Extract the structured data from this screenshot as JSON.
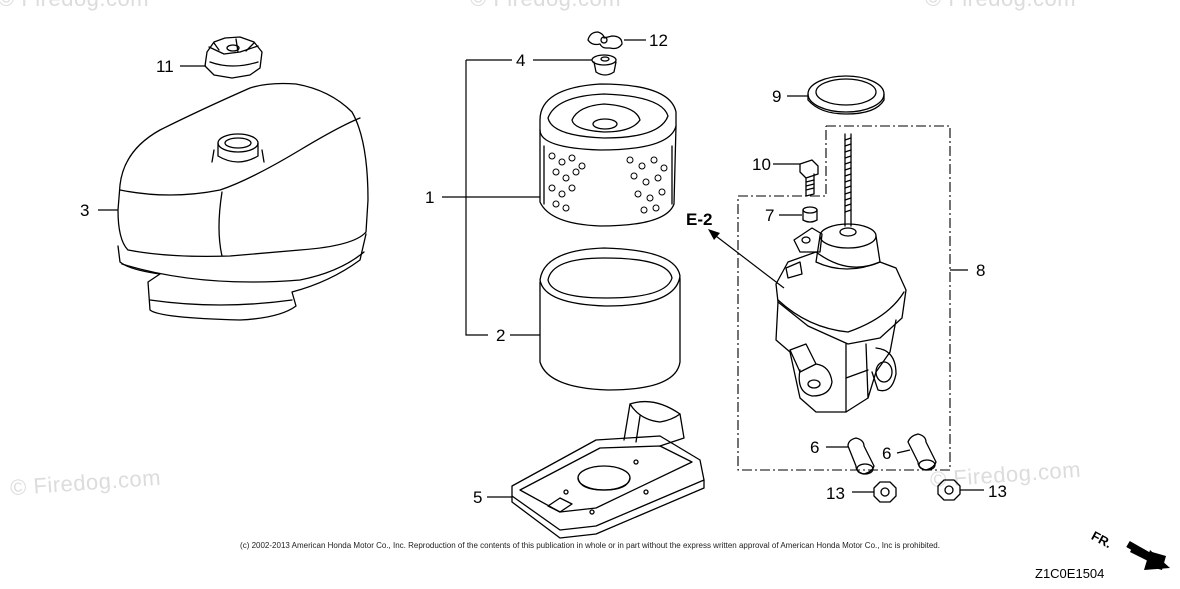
{
  "watermarks": {
    "top_left": "© Firedog.com",
    "top_mid": "© Firedog.com",
    "top_right": "© Firedog.com",
    "bottom_left": "© Firedog.com",
    "bottom_right": "© Firedog.com"
  },
  "callouts": {
    "p1": "1",
    "p2": "2",
    "p3": "3",
    "p4": "4",
    "p5": "5",
    "p6a": "6",
    "p6b": "6",
    "p7": "7",
    "p8": "8",
    "p9": "9",
    "p10": "10",
    "p11": "11",
    "p12": "12",
    "p13a": "13",
    "p13b": "13"
  },
  "reference": "E-2",
  "copyright": "(c) 2002-2013 American Honda Motor Co., Inc. Reproduction of the contents of this publication in whole or in part without the express written approval of American Honda Motor Co., Inc is prohibited.",
  "diagram_code": "Z1C0E1504",
  "direction_label": "FR.",
  "colors": {
    "line": "#000000",
    "watermark": "#dcdcdc",
    "background": "#ffffff"
  }
}
